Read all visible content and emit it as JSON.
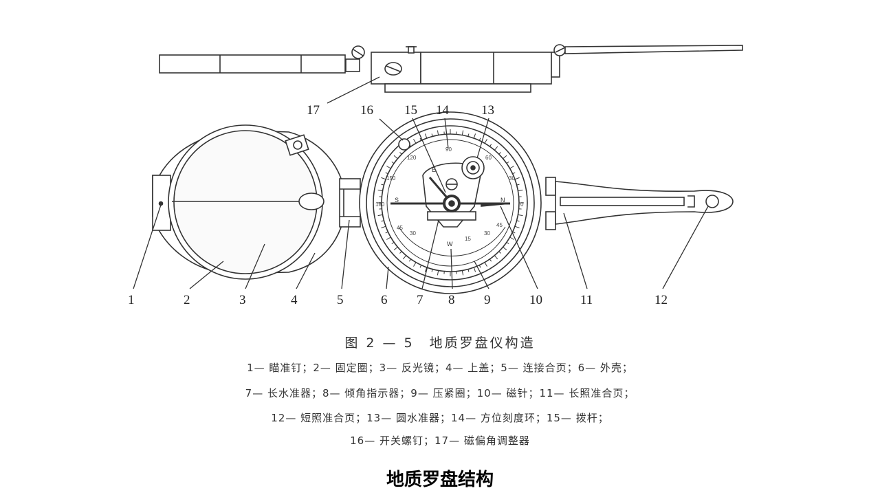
{
  "slide": {
    "title": "地质罗盘结构"
  },
  "figure": {
    "caption_title": "图 2 — 5　地质罗盘仪构造",
    "legend_lines": [
      "1— 瞄准钉；2— 固定圈；3— 反光镜；4— 上盖；5— 连接合页；6— 外壳；",
      "7— 长水准器；8— 倾角指示器；9— 压紧圈；10— 磁针；11— 长照准合页；",
      "12— 短照准合页；13— 圆水准器；14— 方位刻度环；15— 拨杆；",
      "16— 开关螺钉；17— 磁偏角调整器"
    ],
    "callouts": {
      "n1": "1",
      "n2": "2",
      "n3": "3",
      "n4": "4",
      "n5": "5",
      "n6": "6",
      "n7": "7",
      "n8": "8",
      "n9": "9",
      "n10": "10",
      "n11": "11",
      "n12": "12",
      "n13": "13",
      "n14": "14",
      "n15": "15",
      "n16": "16",
      "n17": "17"
    },
    "dial_labels": {
      "d90": "90",
      "d60": "60",
      "d120": "120",
      "d150": "150",
      "d180": "180",
      "d30": "30",
      "d0": "0",
      "d45": "45",
      "d30b": "30",
      "d15": "15",
      "d30c": "30",
      "d45b": "45",
      "dS": "S",
      "dN": "N",
      "dW": "W",
      "dE": "E"
    }
  }
}
